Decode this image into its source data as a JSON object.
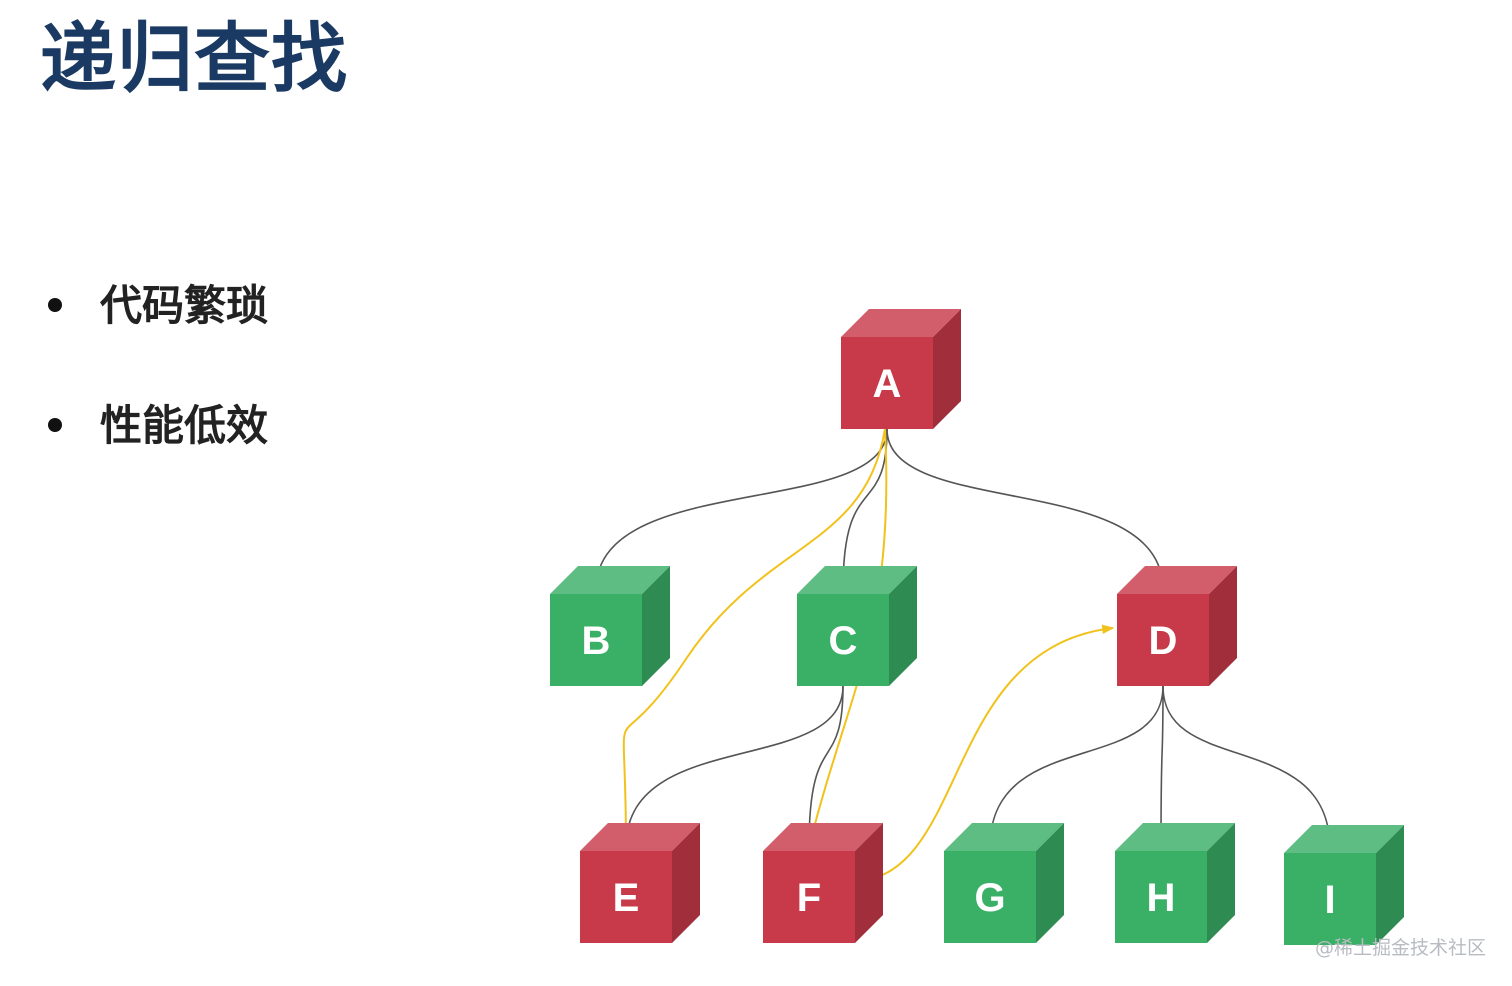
{
  "slide": {
    "title": "递归查找",
    "bullets": [
      "代码繁琐",
      "性能低效"
    ],
    "watermark": "@稀土掘金技术社区"
  },
  "diagram": {
    "colors": {
      "red": "#c8394a",
      "green": "#3aaf66",
      "tree_edge": "#555555",
      "search_path": "#f1c21b"
    },
    "nodes": [
      {
        "id": "A",
        "label": "A",
        "color": "red"
      },
      {
        "id": "B",
        "label": "B",
        "color": "green"
      },
      {
        "id": "C",
        "label": "C",
        "color": "green"
      },
      {
        "id": "D",
        "label": "D",
        "color": "red"
      },
      {
        "id": "E",
        "label": "E",
        "color": "red"
      },
      {
        "id": "F",
        "label": "F",
        "color": "red"
      },
      {
        "id": "G",
        "label": "G",
        "color": "green"
      },
      {
        "id": "H",
        "label": "H",
        "color": "green"
      },
      {
        "id": "I",
        "label": "I",
        "color": "green"
      }
    ],
    "tree_edges": [
      [
        "A",
        "B"
      ],
      [
        "A",
        "C"
      ],
      [
        "A",
        "D"
      ],
      [
        "C",
        "E"
      ],
      [
        "C",
        "F"
      ],
      [
        "D",
        "G"
      ],
      [
        "D",
        "H"
      ],
      [
        "D",
        "I"
      ]
    ],
    "search_path_edges": [
      [
        "A",
        "E"
      ],
      [
        "A",
        "F"
      ],
      [
        "F",
        "D"
      ]
    ]
  }
}
